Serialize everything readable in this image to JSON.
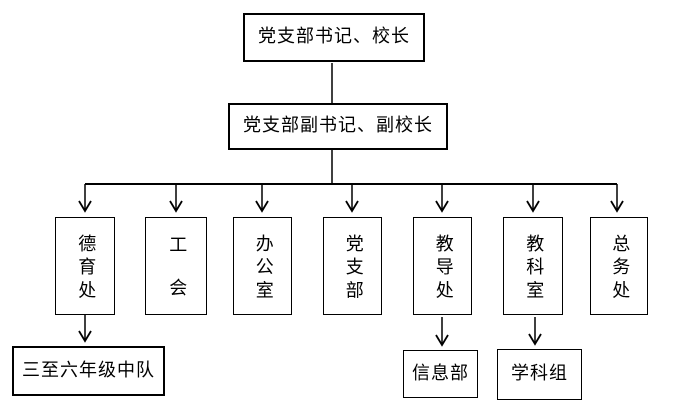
{
  "diagram": {
    "type": "org-chart",
    "nodes": {
      "root": {
        "label": "党支部书记、校长"
      },
      "deputy": {
        "label": "党支部副书记、副校长"
      },
      "departments": [
        {
          "label": "德育处"
        },
        {
          "label": "工会"
        },
        {
          "label": "办公室"
        },
        {
          "label": "党支部"
        },
        {
          "label": "教导处"
        },
        {
          "label": "教科室"
        },
        {
          "label": "总务处"
        }
      ],
      "sub_units": [
        {
          "label": "三至六年级中队"
        },
        {
          "label": "信息部"
        },
        {
          "label": "学科组"
        }
      ]
    },
    "edges": [
      {
        "from": "党支部书记、校长",
        "to": "党支部副书记、副校长",
        "arrow": false
      },
      {
        "from": "党支部副书记、副校长",
        "to": "德育处",
        "arrow": true
      },
      {
        "from": "党支部副书记、副校长",
        "to": "工会",
        "arrow": true
      },
      {
        "from": "党支部副书记、副校长",
        "to": "办公室",
        "arrow": true
      },
      {
        "from": "党支部副书记、副校长",
        "to": "党支部",
        "arrow": true
      },
      {
        "from": "党支部副书记、副校长",
        "to": "教导处",
        "arrow": true
      },
      {
        "from": "党支部副书记、副校长",
        "to": "教科室",
        "arrow": true
      },
      {
        "from": "党支部副书记、副校长",
        "to": "总务处",
        "arrow": true
      },
      {
        "from": "德育处",
        "to": "三至六年级中队",
        "arrow": true
      },
      {
        "from": "教导处",
        "to": "信息部",
        "arrow": true
      },
      {
        "from": "教科室",
        "to": "学科组",
        "arrow": true
      }
    ],
    "colors": {
      "background": "#ffffff",
      "line": "#000000",
      "box_border": "#000000",
      "text": "#000000"
    }
  }
}
